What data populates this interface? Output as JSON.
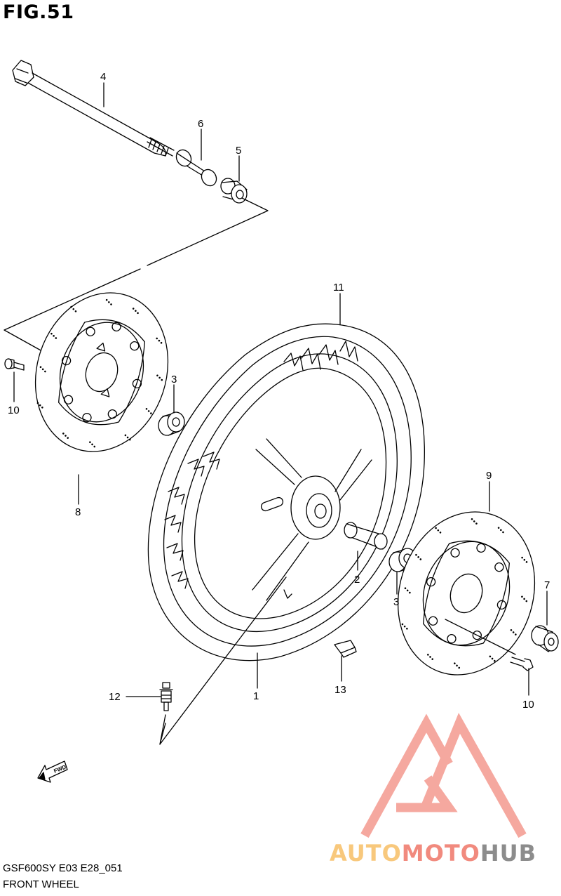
{
  "figure": {
    "title": "FIG.51"
  },
  "footer": {
    "model_code": "GSF600SY E03 E28_051",
    "section_name": "FRONT WHEEL"
  },
  "callouts": [
    "1",
    "2",
    "3",
    "3",
    "4",
    "5",
    "6",
    "7",
    "8",
    "9",
    "10",
    "10",
    "11",
    "12",
    "13"
  ],
  "fwd_label": "FWD",
  "watermark": {
    "part1": "AUTO",
    "part2": "MOTO",
    "part3": "HUB",
    "color_part1": "#f8c87c",
    "color_part2": "#f18a7e",
    "color_part3": "#8c8c8c"
  }
}
